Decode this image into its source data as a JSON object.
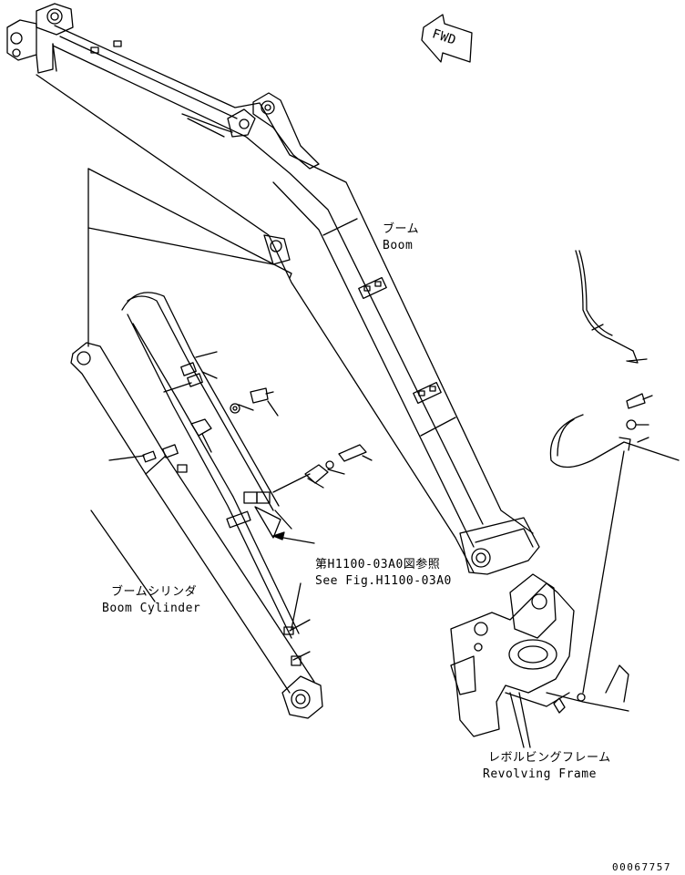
{
  "labels": {
    "boom_jp": "ブーム",
    "boom_en": "Boom",
    "see_fig_jp": "第H1100-03A0図参照",
    "see_fig_en": "See Fig.H1100-03A0",
    "boom_cyl_jp": "ブームシリンダ",
    "boom_cyl_en": "Boom Cylinder",
    "rev_frame_jp": "レボルビングフレーム",
    "rev_frame_en": "Revolving Frame",
    "fwd": "FWD",
    "drawing_number": "00067757"
  },
  "colors": {
    "line": "#000000",
    "background": "#ffffff"
  }
}
